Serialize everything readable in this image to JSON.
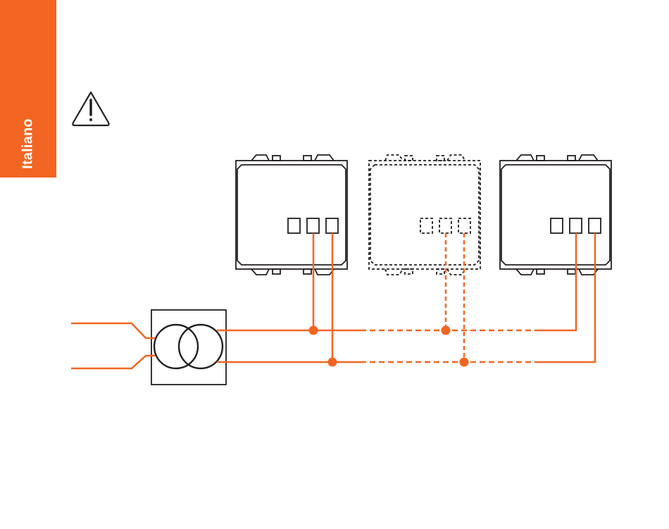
{
  "sidebar": {
    "language_label": "Italiano"
  },
  "colors": {
    "accent": "#f26522",
    "stroke": "#231f20",
    "background": "#ffffff"
  },
  "icons": {
    "warning": "warning-triangle-icon",
    "transformer": "transformer-symbol-icon"
  },
  "diagram": {
    "devices": [
      {
        "name": "device-left",
        "style": "solid",
        "terminals": 3
      },
      {
        "name": "device-middle",
        "style": "dashed",
        "terminals": 3
      },
      {
        "name": "device-right",
        "style": "solid",
        "terminals": 3
      }
    ],
    "bus_lines": 2,
    "transformer_inputs": 2
  }
}
